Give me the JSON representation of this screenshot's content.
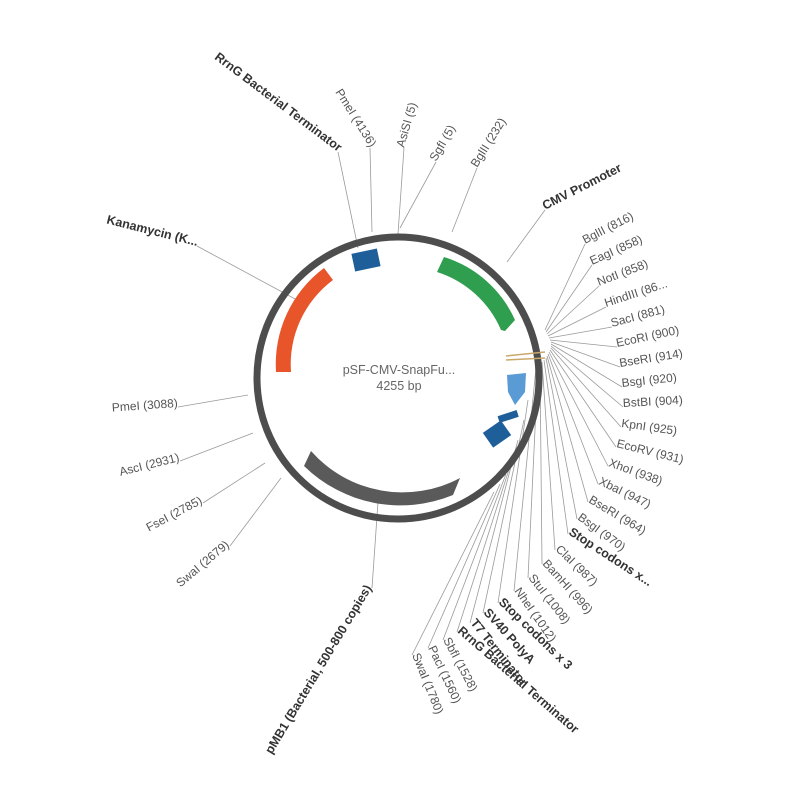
{
  "plasmid": {
    "name": "pSF-CMV-SnapFu...",
    "size": "4255 bp"
  },
  "colors": {
    "backbone": "#4d4d4d",
    "kanamycin": "#e8552a",
    "cmv": "#2f9e4f",
    "ori": "#5a5a5a",
    "terminator": "#1f5f99",
    "snap": "#5b9bd5"
  },
  "features": [
    {
      "name": "RrnG Bacterial Terminator",
      "color": "terminator"
    },
    {
      "name": "Kanamycin (K...",
      "color": "kanamycin"
    },
    {
      "name": "CMV Promoter",
      "color": "cmv"
    },
    {
      "name": "pMB1 (Bacterial, 500-800 copies)",
      "color": "ori"
    }
  ],
  "sites": [
    "PmeI (4136)",
    "AsiSI (5)",
    "SgfI (5)",
    "BglII (232)",
    "BglII (816)",
    "EagI (858)",
    "NotI (858)",
    "HindIII (86...",
    "SacI (881)",
    "EcoRI (900)",
    "BseRI (914)",
    "BsgI (920)",
    "BstBI (904)",
    "KpnI (925)",
    "EcoRV (931)",
    "XhoI (938)",
    "XbaI (947)",
    "BseRI (964)",
    "BsgI (970)",
    "Stop codons x...",
    "ClaI (987)",
    "BamHI (996)",
    "StuI (1008)",
    "NheI (1012)",
    "Stop codons x 3",
    "SV40 PolyA",
    "T7 Terminator",
    "RrnG Bacterial Terminator",
    "SbfI (1528)",
    "PacI (1560)",
    "SwaI (1780)",
    "PmeI (3088)",
    "AscI (2931)",
    "FseI (2785)",
    "SwaI (2679)"
  ]
}
